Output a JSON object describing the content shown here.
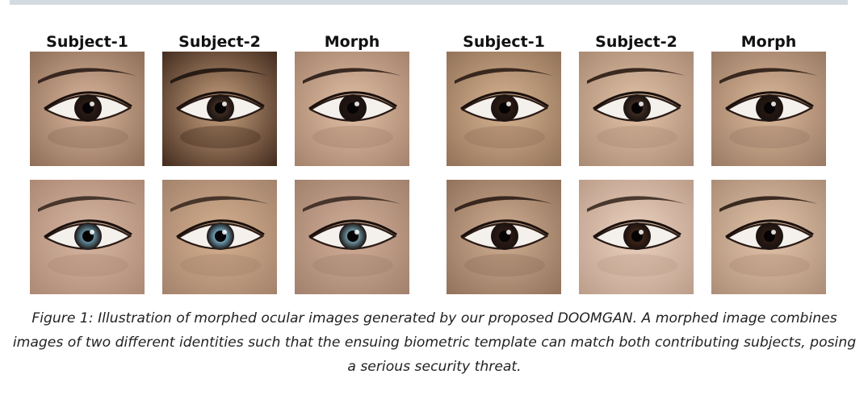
{
  "figure": {
    "column_labels": [
      "Subject-1",
      "Subject-2",
      "Morph",
      "Subject-1",
      "Subject-2",
      "Morph"
    ],
    "rows": [
      [
        {
          "skin": "#d9b59a",
          "iris": "#2a1a12",
          "shadow": "#8a6a55",
          "brow": "#2a1c16"
        },
        {
          "skin": "#c9a27f",
          "iris": "#3a2a20",
          "shadow": "#3a2418",
          "brow": "#1e1410"
        },
        {
          "skin": "#e2c0a6",
          "iris": "#1f1410",
          "shadow": "#a07e68",
          "brow": "#2a1c16"
        },
        {
          "skin": "#d7b391",
          "iris": "#2a1a12",
          "shadow": "#8e6e55",
          "brow": "#2a1c14"
        },
        {
          "skin": "#e3c3a7",
          "iris": "#3a2a20",
          "shadow": "#a58670",
          "brow": "#2a1c14"
        },
        {
          "skin": "#dcb99b",
          "iris": "#241710",
          "shadow": "#957660",
          "brow": "#2a1c14"
        }
      ],
      [
        {
          "skin": "#d8b7a2",
          "iris": "#5f8a9a",
          "shadow": "#a98672",
          "brow": "#3a2a22"
        },
        {
          "skin": "#d6b08f",
          "iris": "#6a9ab0",
          "shadow": "#a0806a",
          "brow": "#3a2a20"
        },
        {
          "skin": "#d2ae98",
          "iris": "#6a8f9c",
          "shadow": "#9e7e6a",
          "brow": "#3a2a22"
        },
        {
          "skin": "#cfae92",
          "iris": "#2a1a12",
          "shadow": "#8e6e58",
          "brow": "#2a1c14"
        },
        {
          "skin": "#ecd2c0",
          "iris": "#3a2216",
          "shadow": "#b89a86",
          "brow": "#3a2a20"
        },
        {
          "skin": "#e3c4aa",
          "iris": "#2a1a12",
          "shadow": "#a88a74",
          "brow": "#2a1c14"
        }
      ]
    ],
    "caption_lines": [
      "Figure 1: Illustration of morphed ocular images generated by our proposed DOOMGAN. A morphed image combines",
      "images of two different identities such that the ensuing biometric template can match both contributing subjects, posing",
      "a serious security threat."
    ]
  }
}
